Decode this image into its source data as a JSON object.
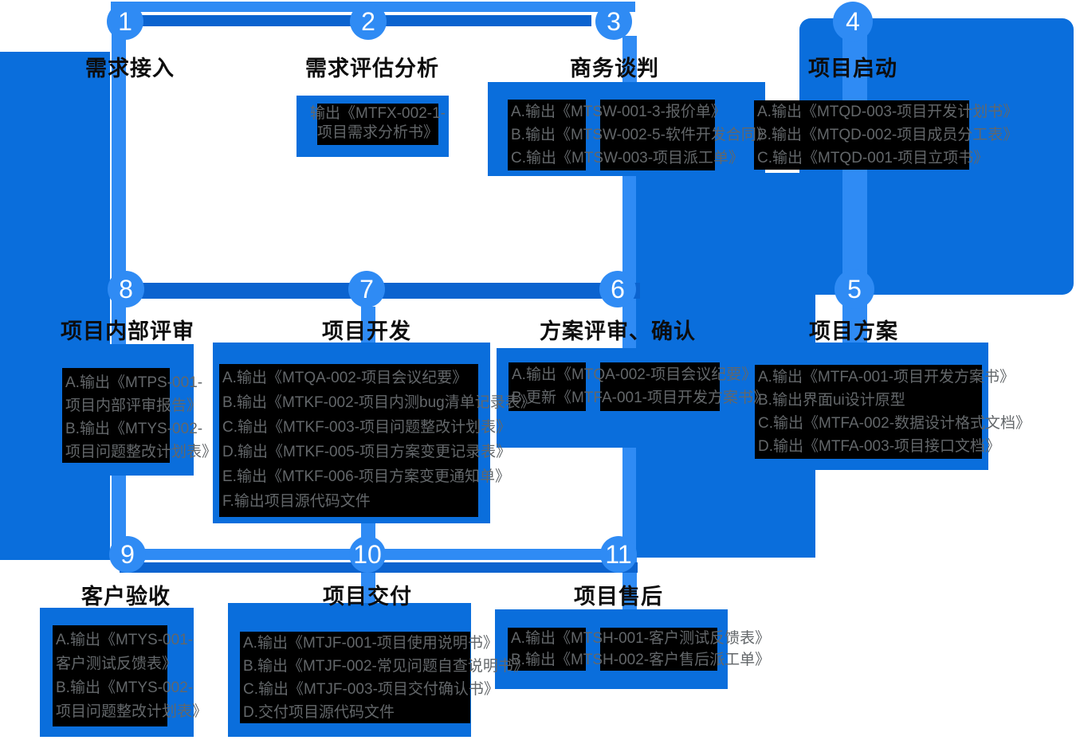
{
  "palette": {
    "light_blue": "#2F8BF4",
    "card_blue": "#0A6EDC",
    "bar_blue": "#0B63CF",
    "box_bg": "#000000",
    "box_text": "#63676A",
    "title_color": "#0D0D0D",
    "number_color": "#FFFFFF",
    "page_bg": "#FFFFFF"
  },
  "steps": [
    {
      "num": "1",
      "title": "需求接入",
      "items": []
    },
    {
      "num": "2",
      "title": "需求评估分析",
      "items": [
        "输出《MTFX-002-1-",
        "项目需求分析书》"
      ]
    },
    {
      "num": "3",
      "title": "商务谈判",
      "items": [
        "A.输出《MTSW-001-3-报价单》",
        "B.输出《MTSW-002-5-软件开发合同》",
        "C.输出《MTSW-003-项目派工单》"
      ]
    },
    {
      "num": "4",
      "title": "项目启动",
      "items": [
        "A.输出《MTQD-003-项目开发计划书》",
        "B.输出《MTQD-002-项目成员分工表》",
        "C.输出《MTQD-001-项目立项书》"
      ]
    },
    {
      "num": "5",
      "title": "项目方案",
      "items": [
        "A.输出《MTFA-001-项目开发方案书》",
        "B.输出界面ui设计原型",
        "C.输出《MTFA-002-数据设计格式文档》",
        "D.输出《MTFA-003-项目接口文档》"
      ]
    },
    {
      "num": "6",
      "title": "方案评审、确认",
      "items": [
        "A.输出《MTQA-002-项目会议纪要》",
        "B.更新《MTFA-001-项目开发方案书》"
      ]
    },
    {
      "num": "7",
      "title": "项目开发",
      "items": [
        "A.输出《MTQA-002-项目会议纪要》",
        "B.输出《MTKF-002-项目内测bug清单记录表》",
        "C.输出《MTKF-003-项目问题整改计划表》",
        "D.输出《MTKF-005-项目方案变更记录表》",
        "E.输出《MTKF-006-项目方案变更通知单》",
        "F.输出项目源代码文件"
      ]
    },
    {
      "num": "8",
      "title": "项目内部评审",
      "items": [
        "A.输出《MTPS-001-",
        "项目内部评审报告》",
        "B.输出《MTYS-002-",
        "项目问题整改计划表》"
      ]
    },
    {
      "num": "9",
      "title": "客户验收",
      "items": [
        "A.输出《MTYS-001-",
        "客户测试反馈表》",
        "B.输出《MTYS-002-",
        "项目问题整改计划表》"
      ]
    },
    {
      "num": "10",
      "title": "项目交付",
      "items": [
        "A.输出《MTJF-001-项目使用说明书》",
        "B.输出《MTJF-002-常见问题自查说明书》",
        "C.输出《MTJF-003-项目交付确认书》",
        "D.交付项目源代码文件"
      ]
    },
    {
      "num": "11",
      "title": "项目售后",
      "items": [
        "A.输出《MTSH-001-客户测试反馈表》",
        "B.输出《MTSH-002-客户售后派工单》"
      ]
    }
  ]
}
